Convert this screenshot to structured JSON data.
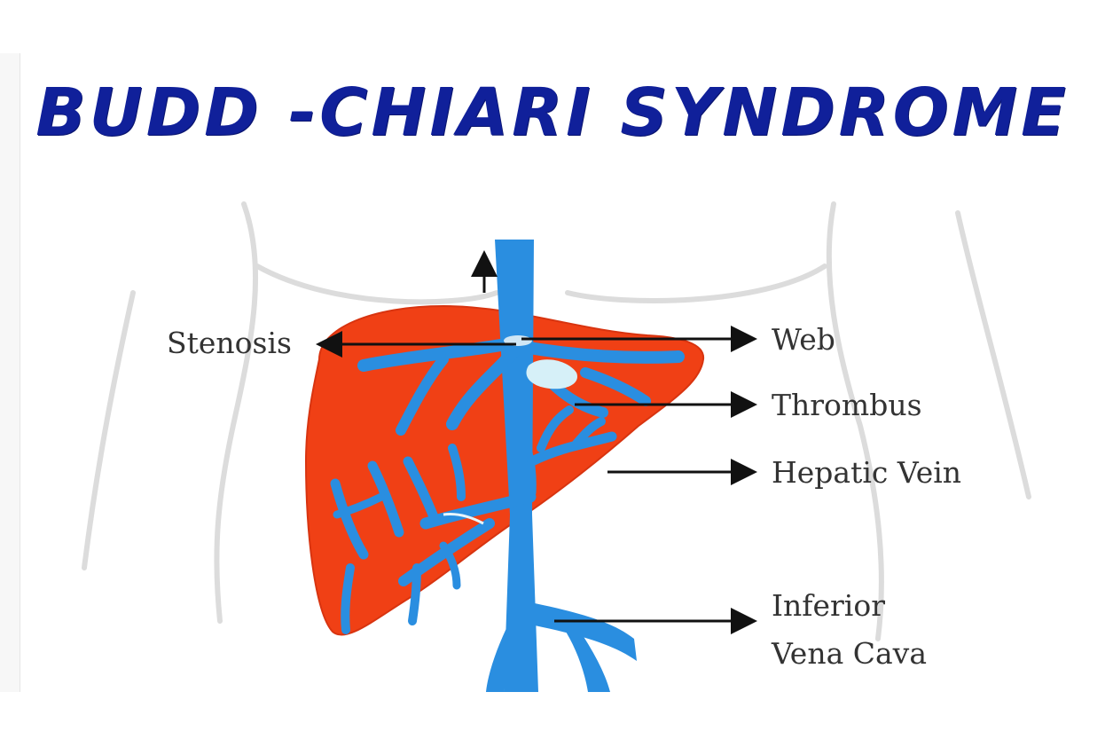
{
  "title": "BUDD -CHIARI SYNDROME",
  "labels": {
    "stenosis": "Stenosis",
    "web": "Web",
    "thrombus": "Thrombus",
    "hepatic_vein": "Hepatic Vein",
    "ivc_line1": "Inferior",
    "ivc_line2": "Vena Cava"
  },
  "colors": {
    "title": "#10209a",
    "liver": "#f04015",
    "vein": "#2a8ee0",
    "thrombus": "#d6f0f8",
    "label_text": "#333333",
    "arrow": "#111111"
  }
}
